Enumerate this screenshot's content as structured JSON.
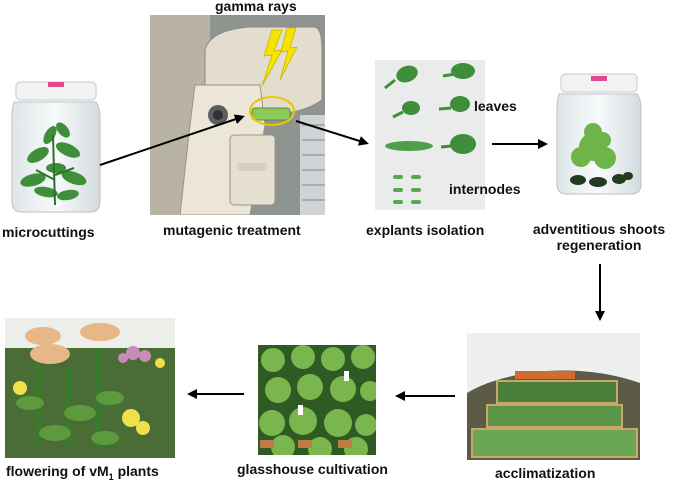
{
  "stages": {
    "microcuttings": "microcuttings",
    "mutagenic_treatment": "mutagenic treatment",
    "explants_isolation": "explants isolation",
    "adventitious_line1": "adventitious shoots",
    "adventitious_line2": "regeneration",
    "acclimatization": "acclimatization",
    "glasshouse": "glasshouse cultivation",
    "flowering_prefix": "flowering of vM",
    "flowering_sub": "1",
    "flowering_suffix": " plants"
  },
  "annotations": {
    "gamma_rays": "gamma rays",
    "leaves": "leaves",
    "internodes": "internodes"
  },
  "colors": {
    "text": "#111111",
    "arrow": "#000000",
    "lightning": "#f5e400",
    "highlight_ring": "#e8c800",
    "leaf_green": "#3f8f3a",
    "jar_cap": "#f2f2f2"
  }
}
